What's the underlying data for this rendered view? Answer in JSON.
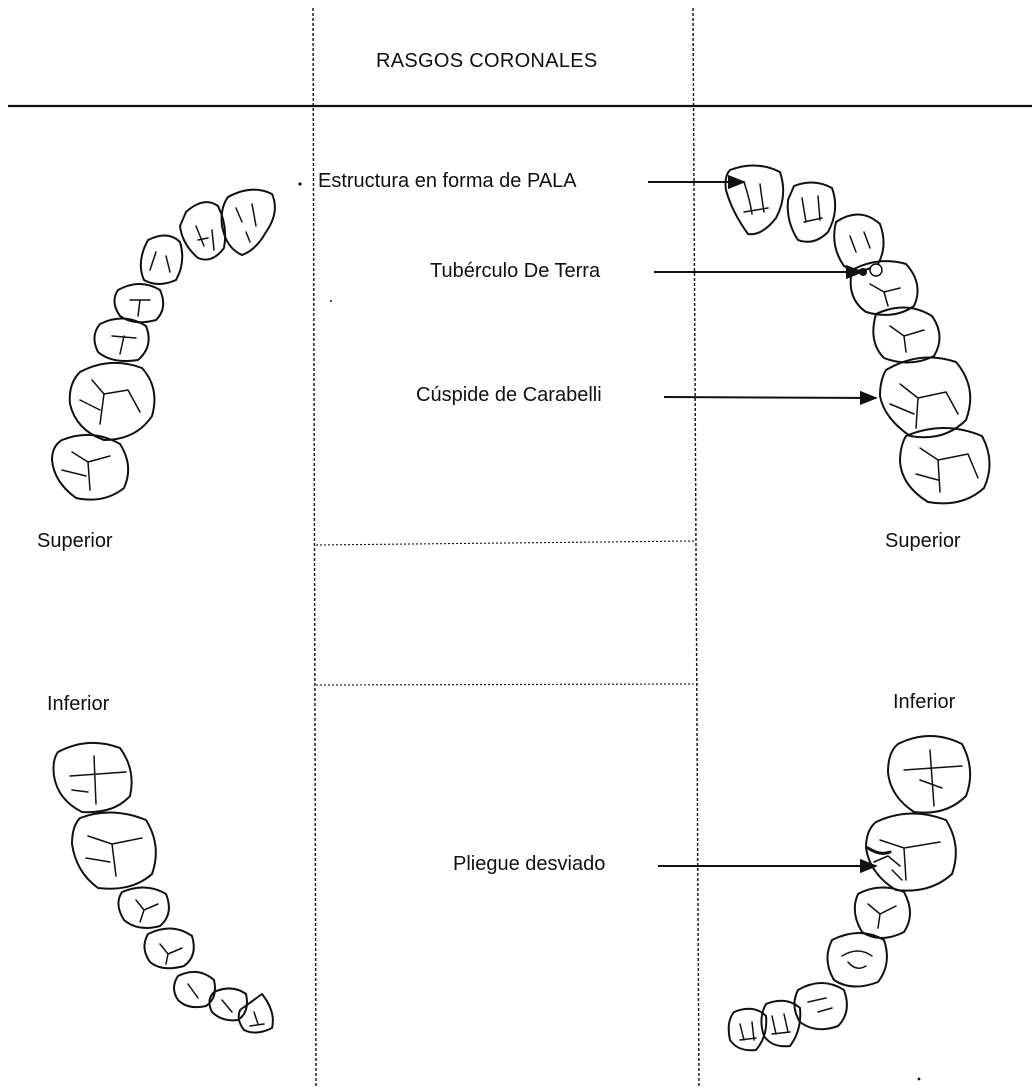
{
  "header": {
    "title": "RASGOS CORONALES"
  },
  "jaw_labels": {
    "left_upper": "Superior",
    "right_upper": "Superior",
    "left_lower": "Inferior",
    "right_lower": "Inferior"
  },
  "traits": {
    "shovel": "Estructura en forma de PALA",
    "de_terra": "Tubérculo De Terra",
    "carabelli": "Cúspide de Carabelli",
    "deflecting_wrinkle": "Pliegue desviado"
  },
  "colors": {
    "ink": "#111111",
    "paper": "#ffffff"
  }
}
